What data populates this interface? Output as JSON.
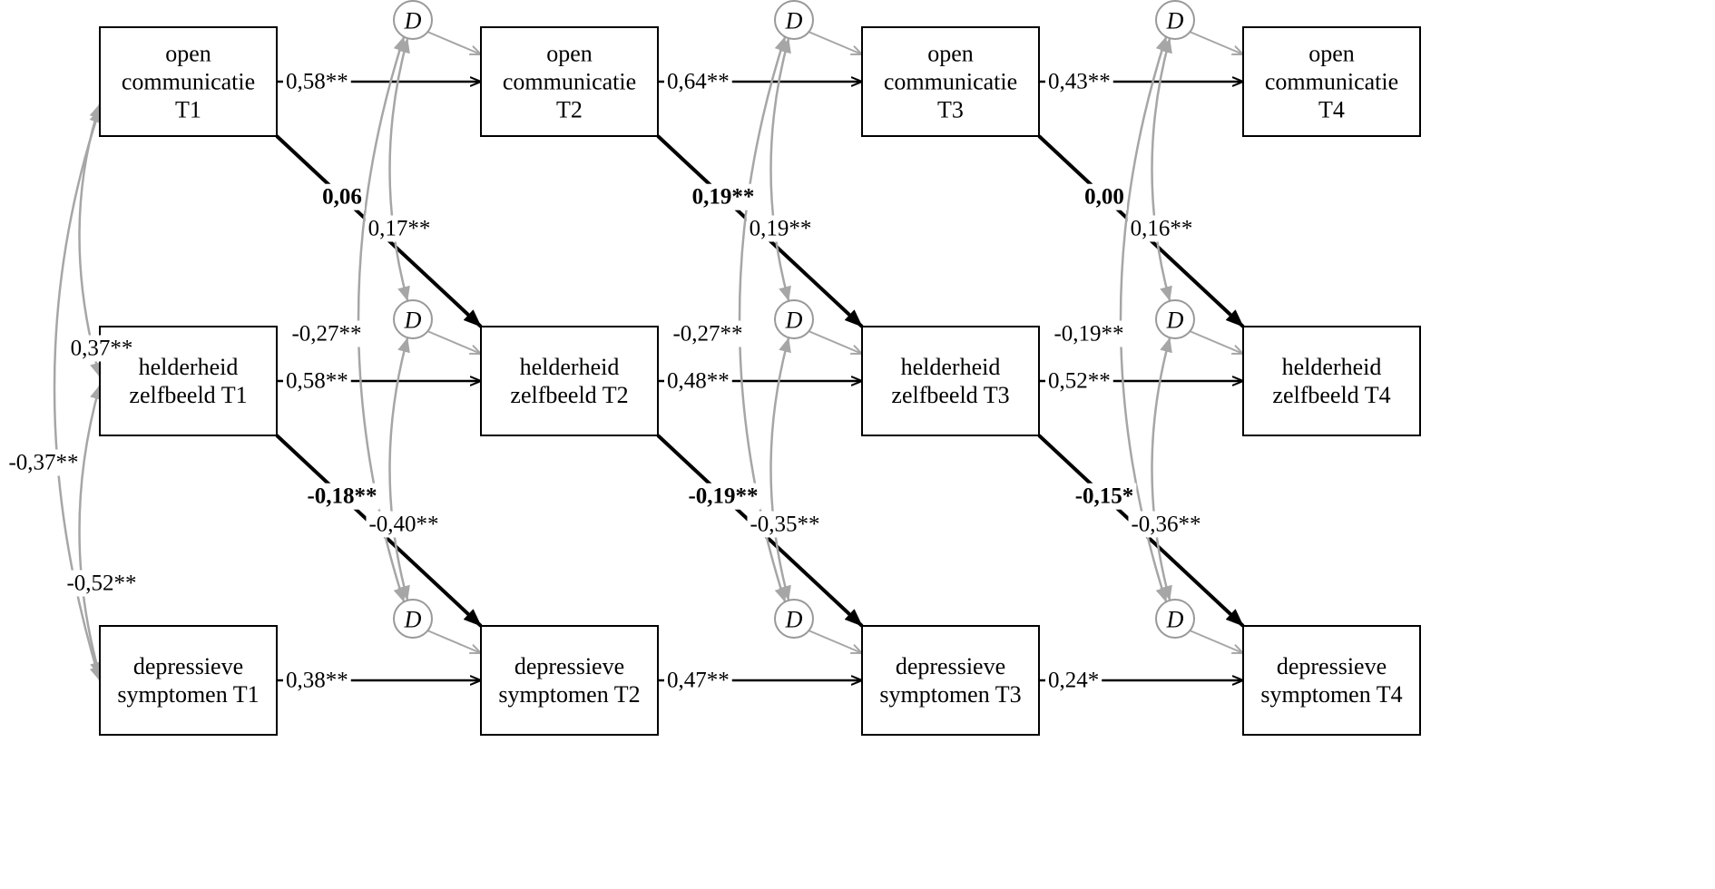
{
  "nodes": [
    {
      "id": "oc1",
      "lines": [
        "open",
        "communicatie",
        "T1"
      ]
    },
    {
      "id": "oc2",
      "lines": [
        "open",
        "communicatie",
        "T2"
      ]
    },
    {
      "id": "oc3",
      "lines": [
        "open",
        "communicatie",
        "T3"
      ]
    },
    {
      "id": "oc4",
      "lines": [
        "open",
        "communicatie",
        "T4"
      ]
    },
    {
      "id": "hz1",
      "lines": [
        "helderheid",
        "zelfbeeld T1"
      ]
    },
    {
      "id": "hz2",
      "lines": [
        "helderheid",
        "zelfbeeld T2"
      ]
    },
    {
      "id": "hz3",
      "lines": [
        "helderheid",
        "zelfbeeld T3"
      ]
    },
    {
      "id": "hz4",
      "lines": [
        "helderheid",
        "zelfbeeld T4"
      ]
    },
    {
      "id": "ds1",
      "lines": [
        "depressieve",
        "symptomen T1"
      ]
    },
    {
      "id": "ds2",
      "lines": [
        "depressieve",
        "symptomen T2"
      ]
    },
    {
      "id": "ds3",
      "lines": [
        "depressieve",
        "symptomen T3"
      ]
    },
    {
      "id": "ds4",
      "lines": [
        "depressieve",
        "symptomen T4"
      ]
    }
  ],
  "disturbance_label": "D",
  "stability_paths": [
    {
      "from": "oc1",
      "to": "oc2",
      "label": "0,58**"
    },
    {
      "from": "oc2",
      "to": "oc3",
      "label": "0,64**"
    },
    {
      "from": "oc3",
      "to": "oc4",
      "label": "0,43**"
    },
    {
      "from": "hz1",
      "to": "hz2",
      "label": "0,58**"
    },
    {
      "from": "hz2",
      "to": "hz3",
      "label": "0,48**"
    },
    {
      "from": "hz3",
      "to": "hz4",
      "label": "0,52**"
    },
    {
      "from": "ds1",
      "to": "ds2",
      "label": "0,38**"
    },
    {
      "from": "ds2",
      "to": "ds3",
      "label": "0,47**"
    },
    {
      "from": "ds3",
      "to": "ds4",
      "label": "0,24*"
    }
  ],
  "cross_paths": [
    {
      "from": "oc1",
      "to": "hz2",
      "label": "0,06"
    },
    {
      "from": "oc2",
      "to": "hz3",
      "label": "0,19**"
    },
    {
      "from": "oc3",
      "to": "hz4",
      "label": "0,00"
    },
    {
      "from": "hz1",
      "to": "ds2",
      "label": "-0,18**"
    },
    {
      "from": "hz2",
      "to": "ds3",
      "label": "-0,19**"
    },
    {
      "from": "hz3",
      "to": "ds4",
      "label": "-0,15*"
    }
  ],
  "t1_correlations": {
    "oc_hz": "0,37**",
    "hz_ds": "-0,52**",
    "oc_ds": "-0,37**"
  },
  "residual_correlations": [
    {
      "wave": "T2",
      "oc_hz": "0,17**",
      "oc_ds": "-0,27**",
      "hz_ds": "-0,40**"
    },
    {
      "wave": "T3",
      "oc_hz": "0,19**",
      "oc_ds": "-0,27**",
      "hz_ds": "-0,35**"
    },
    {
      "wave": "T4",
      "oc_hz": "0,16**",
      "oc_ds": "-0,19**",
      "hz_ds": "-0,36**"
    }
  ]
}
